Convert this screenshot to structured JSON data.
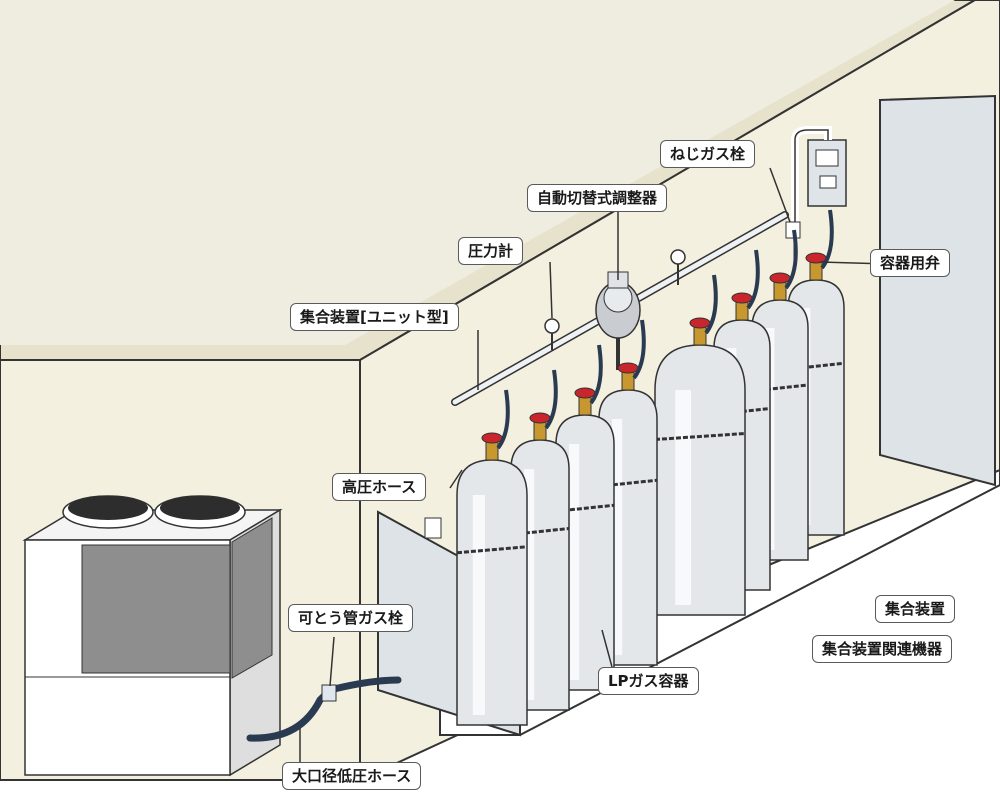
{
  "labels": {
    "screw_gas_cock": "ねじガス栓",
    "auto_changeover_regulator": "自動切替式調整器",
    "pressure_gauge": "圧力計",
    "container_valve": "容器用弁",
    "manifold_unit": "集合装置[ユニット型]",
    "high_pressure_hose": "高圧ホース",
    "flexible_pipe_gas_cock": "可とう管ガス栓",
    "lp_gas_container": "LPガス容器",
    "large_diameter_low_pressure_hose": "大口径低圧ホース"
  },
  "legend": {
    "manifold": "集合装置",
    "manifold_related": "集合装置関連機器"
  },
  "colors": {
    "wall": "#f3f0e0",
    "wall_top": "#e6e2cc",
    "floor": "#ffffff",
    "outline": "#333333",
    "cylinder": "#e4e7ea",
    "valve_red": "#c8262c",
    "valve_gold": "#c7982f",
    "hose": "#2a3a50",
    "chain": "#333333",
    "fan": "#2d2d2d",
    "unit_panel": "#8e8e8e"
  }
}
